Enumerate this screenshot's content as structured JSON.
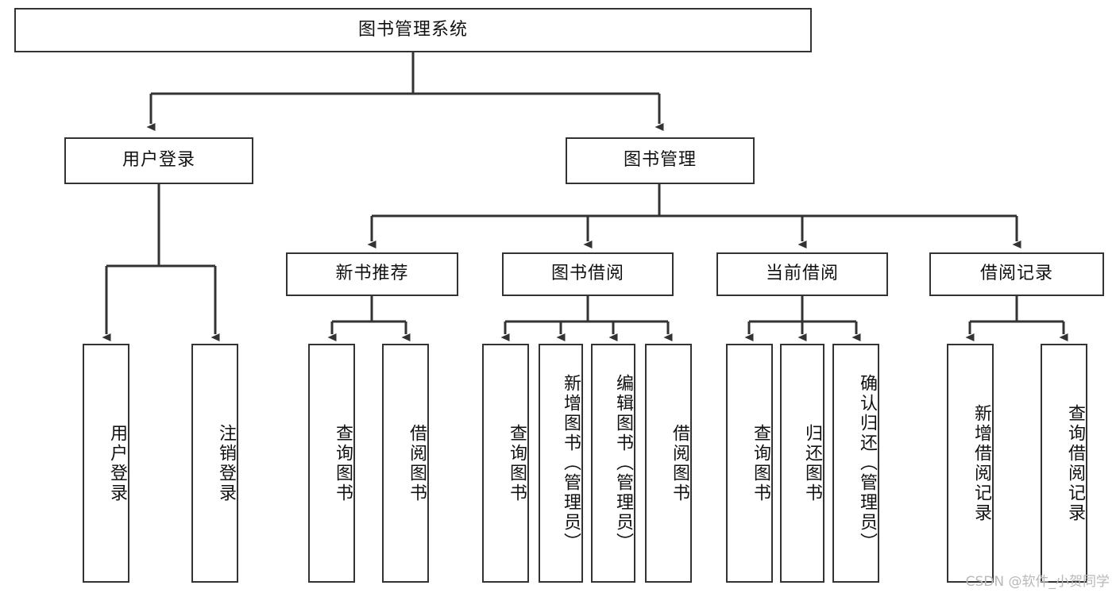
{
  "diagram": {
    "type": "tree",
    "title": "图书管理系统",
    "root": {
      "label": "图书管理系统"
    },
    "level1": [
      {
        "label": "用户登录"
      },
      {
        "label": "图书管理"
      }
    ],
    "level2": [
      {
        "label": "新书推荐"
      },
      {
        "label": "图书借阅"
      },
      {
        "label": "当前借阅"
      },
      {
        "label": "借阅记录"
      }
    ],
    "leaves": {
      "user_login": [
        {
          "label": "用户登录"
        },
        {
          "label": "注销登录"
        }
      ],
      "new_book_recommend": [
        {
          "label": "查询图书"
        },
        {
          "label": "借阅图书"
        }
      ],
      "book_borrow": [
        {
          "label": "查询图书"
        },
        {
          "label": "新增图书（管理员）"
        },
        {
          "label": "编辑图书（管理员）"
        },
        {
          "label": "借阅图书"
        }
      ],
      "current_borrow": [
        {
          "label": "查询图书"
        },
        {
          "label": "归还图书"
        },
        {
          "label": "确认归还（管理员）"
        }
      ],
      "borrow_record": [
        {
          "label": "新增借阅记录"
        },
        {
          "label": "查询借阅记录"
        }
      ]
    }
  },
  "watermark": {
    "text": "CSDN @软件_小贺同学"
  },
  "colors": {
    "stroke": "#333333",
    "box_fill": "#ffffff",
    "text": "#111111",
    "watermark": "#b9b9b9",
    "background": "#ffffff"
  }
}
